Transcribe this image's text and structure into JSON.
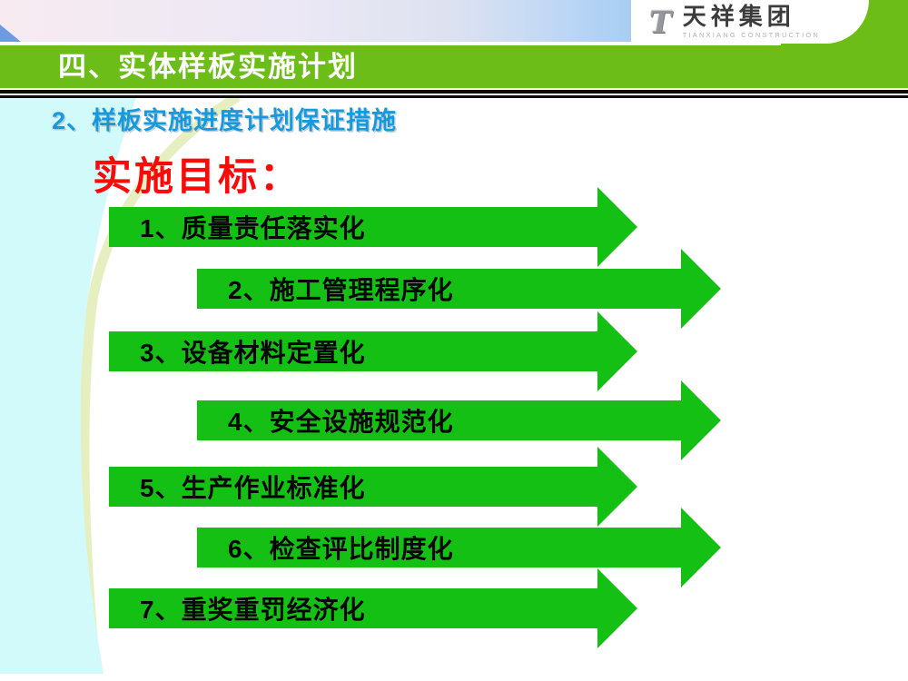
{
  "slide": {
    "banner": {
      "title": "四、实体样板实施计划"
    },
    "logo": {
      "mark": "T",
      "name": "天祥集团",
      "subtitle": "TIANXIANG CONSTRUCTION"
    },
    "subtitle": "2、样板实施进度计划保证措施",
    "goal_heading": "实施目标：",
    "goals": [
      {
        "label": "1、质量责任落实化"
      },
      {
        "label": "2、施工管理程序化"
      },
      {
        "label": "3、设备材料定置化"
      },
      {
        "label": "4、安全设施规范化"
      },
      {
        "label": "5、生产作业标准化"
      },
      {
        "label": "6、检查评比制度化"
      },
      {
        "label": "7、重奖重罚经济化"
      }
    ],
    "colors": {
      "banner_green": "#6cbd17",
      "arrow_green": "#15c015",
      "subtitle_blue": "#1699dd",
      "heading_red": "#fb0a0a",
      "cyan_decoration": "#d2fafa",
      "separator_black": "#0b0b0b",
      "corner_triangle_blue": "#6e9ae4"
    }
  }
}
